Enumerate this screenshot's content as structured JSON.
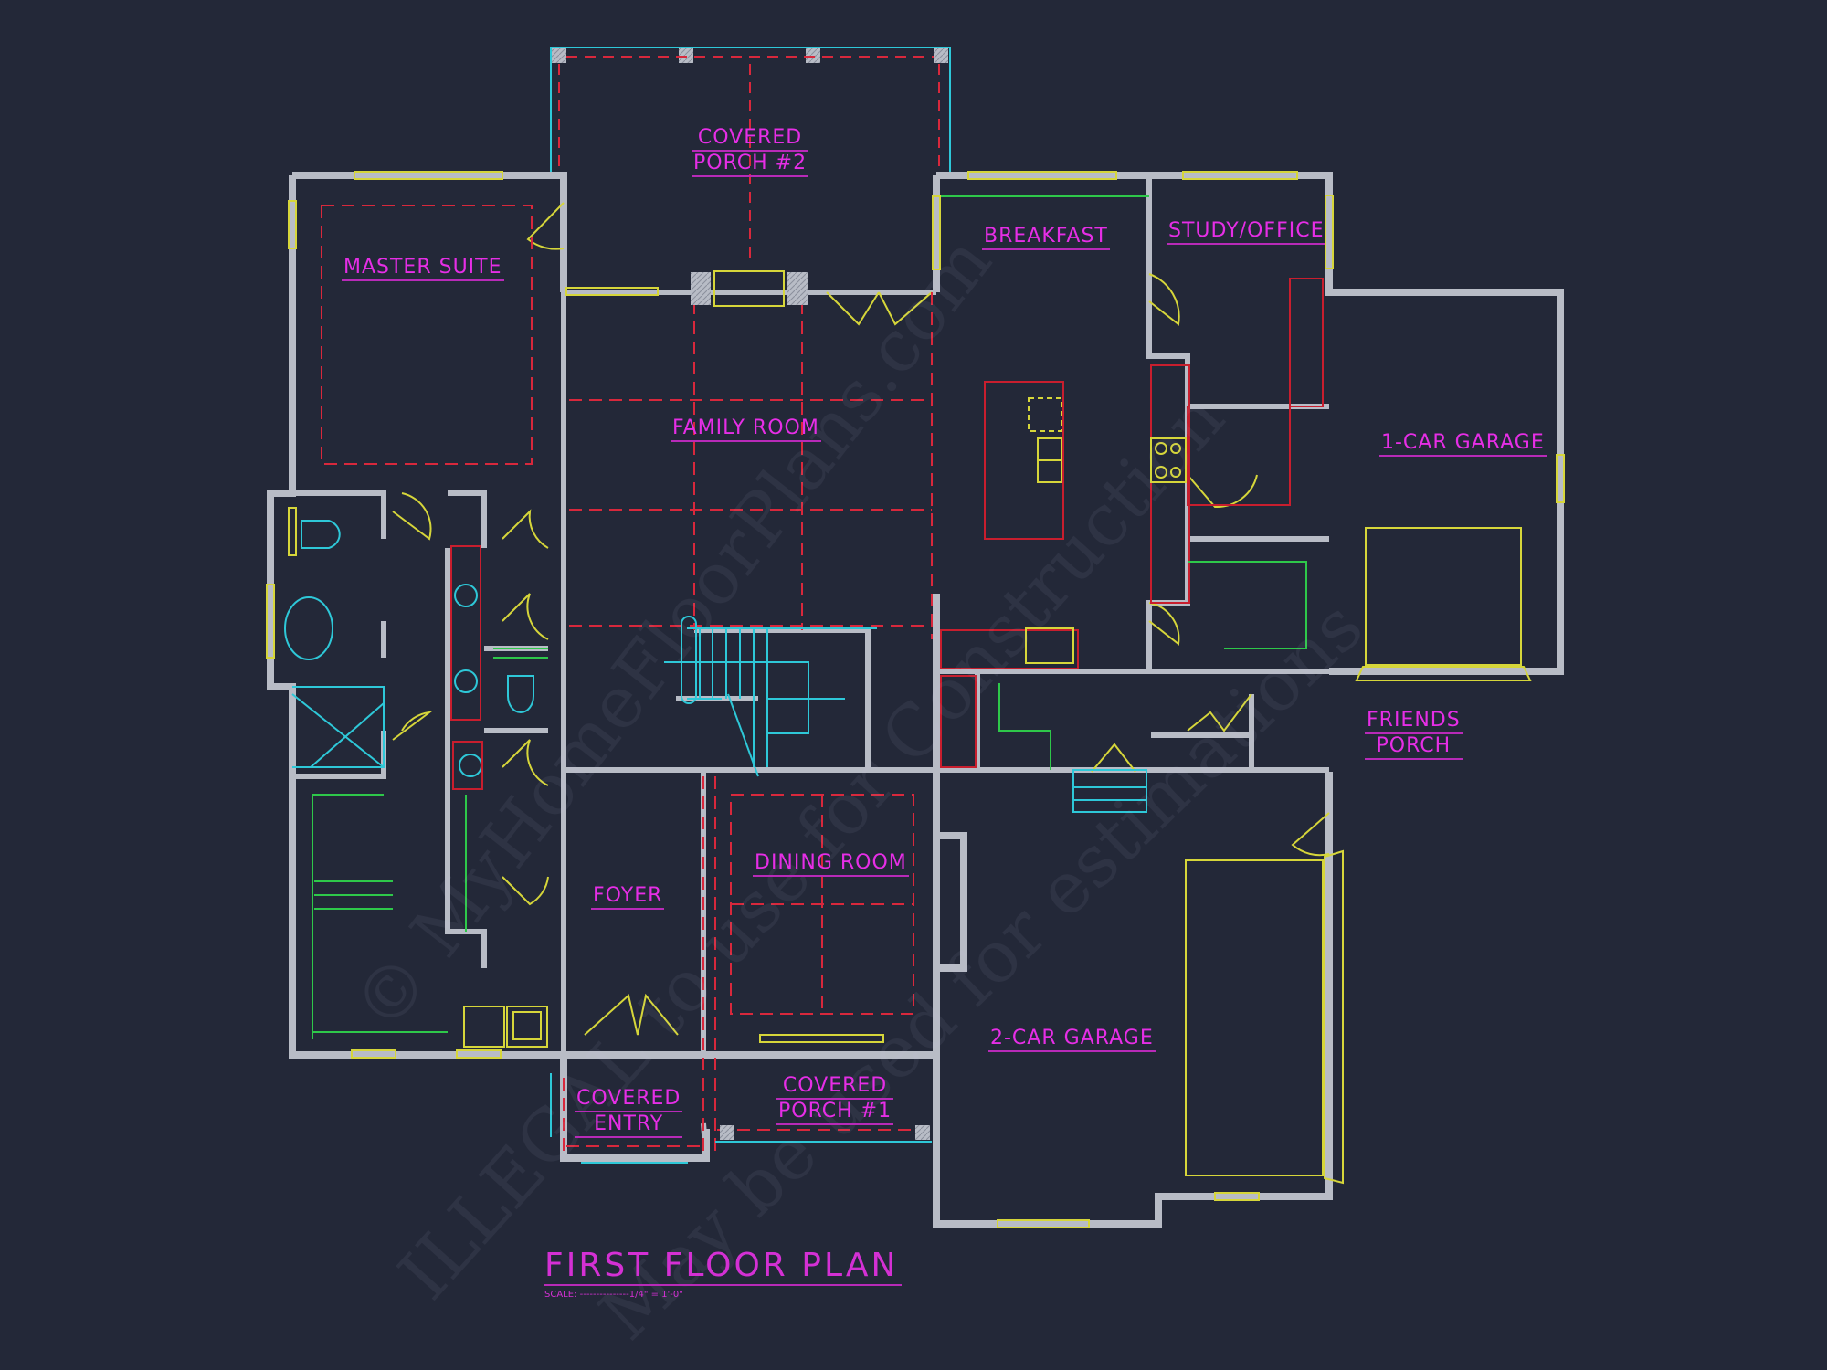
{
  "drawing": {
    "title": "FIRST FLOOR PLAN",
    "scale_label": "SCALE: ---------------1/4\" = 1'-0\"",
    "background_color": "#232838",
    "colors": {
      "walls": "#b8bcc6",
      "labels": "#e62ee6",
      "doors_windows": "#d6d63a",
      "dashed_ceiling": "#d8283c",
      "fixtures": "#2ec8d8",
      "cabinets": "#c81e2e",
      "shelving": "#2ec84a"
    }
  },
  "rooms": [
    {
      "id": "covered-porch-2",
      "line1": "COVERED",
      "line2": "PORCH #2"
    },
    {
      "id": "master-suite",
      "line1": "MASTER SUITE"
    },
    {
      "id": "family-room",
      "line1": "FAMILY ROOM"
    },
    {
      "id": "breakfast",
      "line1": "BREAKFAST"
    },
    {
      "id": "study-office",
      "line1": "STUDY/OFFICE"
    },
    {
      "id": "one-car-garage",
      "line1": "1-CAR GARAGE"
    },
    {
      "id": "friends-porch",
      "line1": "FRIENDS",
      "line2": "PORCH"
    },
    {
      "id": "foyer",
      "line1": "FOYER"
    },
    {
      "id": "dining-room",
      "line1": "DINING ROOM"
    },
    {
      "id": "two-car-garage",
      "line1": "2-CAR GARAGE"
    },
    {
      "id": "covered-entry",
      "line1": "COVERED",
      "line2": "ENTRY"
    },
    {
      "id": "covered-porch-1",
      "line1": "COVERED",
      "line2": "PORCH #1"
    }
  ],
  "watermark": {
    "line1": "© MyHomeFloorPlans.com",
    "line2": "ILLEGAL to use for Construction",
    "line3": "May be used for estimations"
  }
}
